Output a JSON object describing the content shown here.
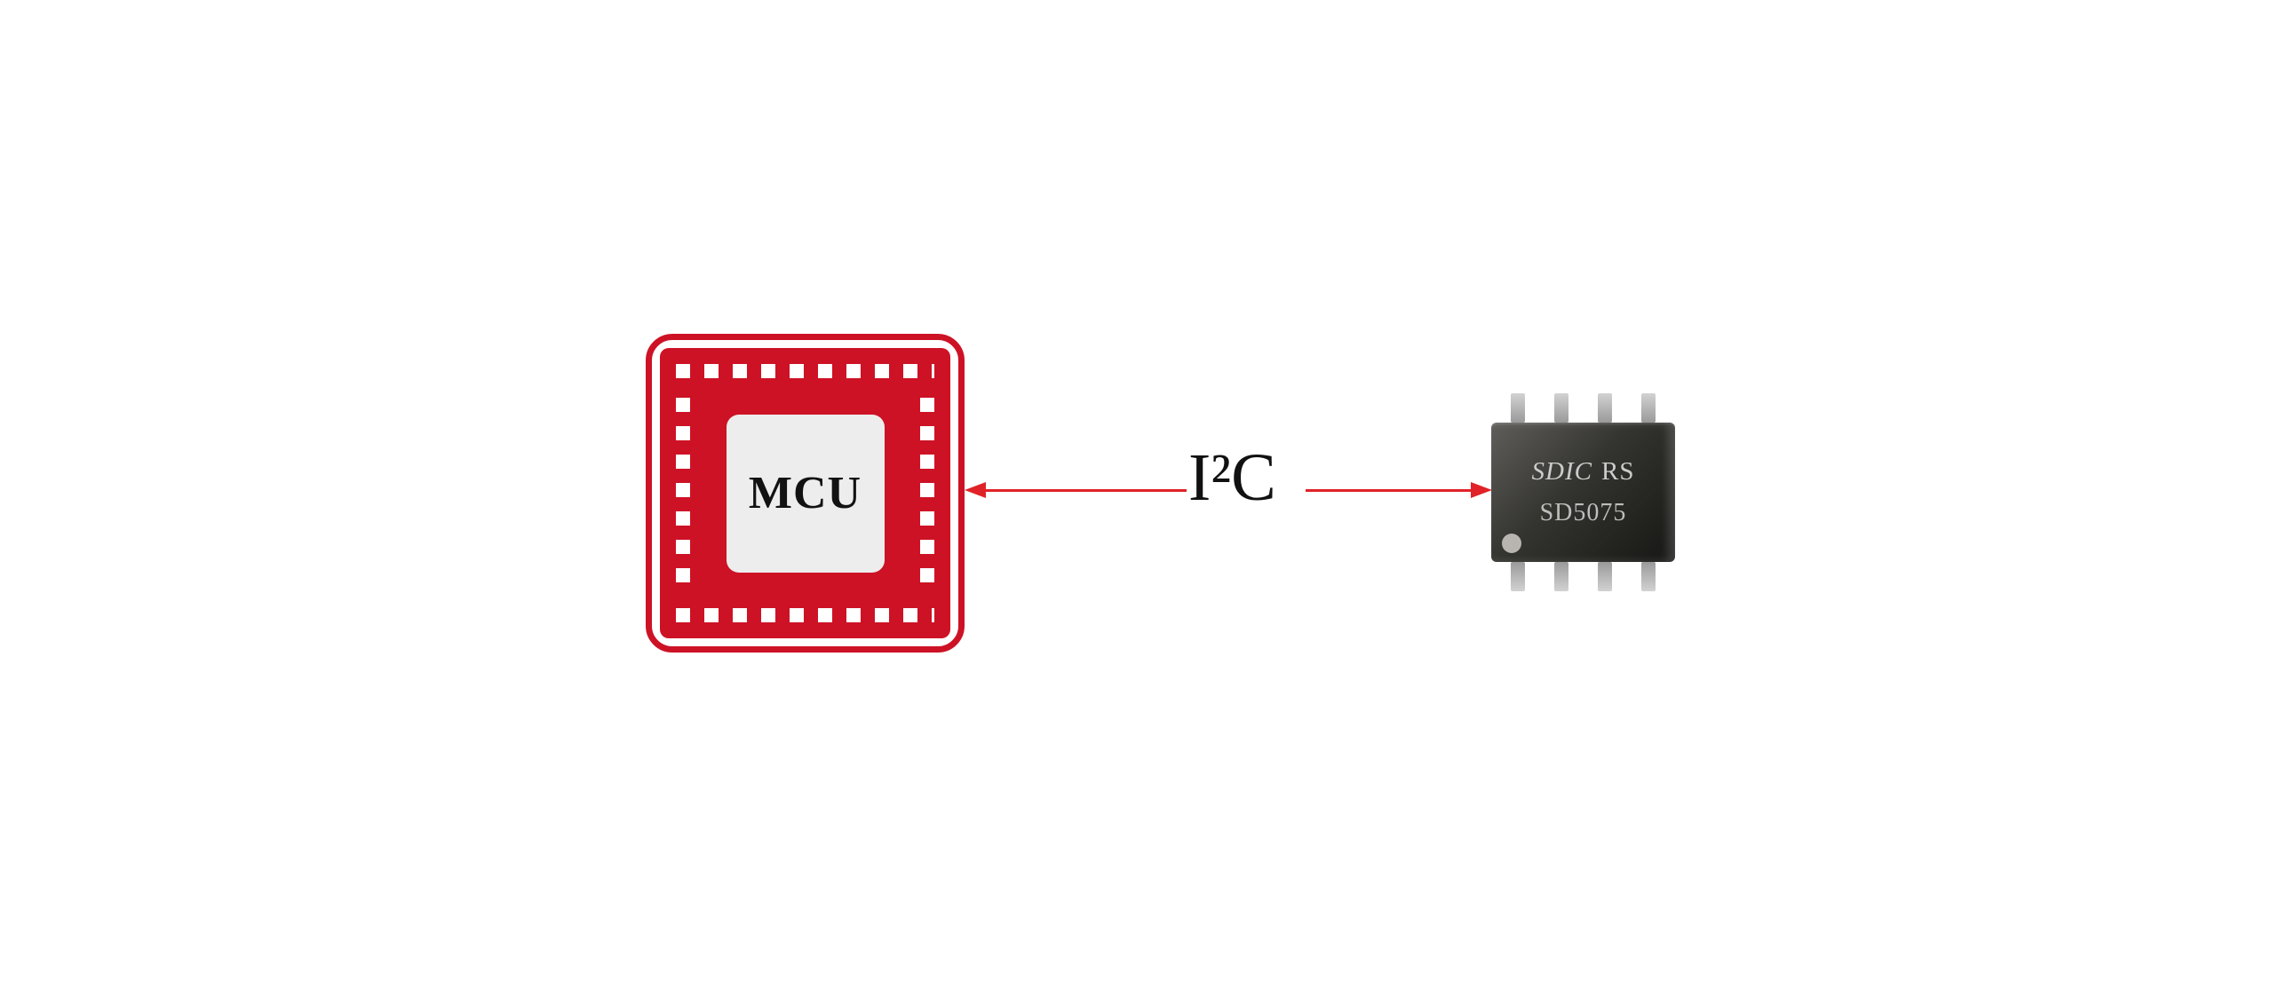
{
  "canvas": {
    "background": "#ffffff"
  },
  "mcu": {
    "label": "MCU",
    "body_color": "#cd1225",
    "pad_color": "#ededed",
    "pin_color": "#ffffff",
    "label_color": "#121212"
  },
  "bus": {
    "label": "I²C",
    "arrow_color": "#e02228"
  },
  "ic": {
    "brand_italic": "SDIC",
    "brand_regular": "RS",
    "model": "SD5075",
    "body_color_light": "#5f5e5b",
    "body_color_dark": "#171715",
    "pin_color": "#b0b0b0",
    "text_color": "#cccccc"
  }
}
